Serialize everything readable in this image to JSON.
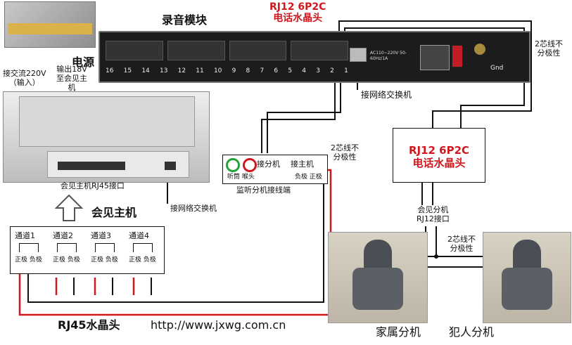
{
  "recording_module": {
    "title": "录音模块",
    "port_numbers": [
      "16",
      "15",
      "14",
      "13",
      "12",
      "11",
      "10",
      "9",
      "8",
      "7",
      "6",
      "5",
      "4",
      "3",
      "2",
      "1"
    ],
    "power_label": "AC110~220V 50-60Hz/1A",
    "gnd_label": "Gnd"
  },
  "rj12_top": {
    "line1": "RJ12 6P2C",
    "line2": "电话水晶头"
  },
  "two_core_top": {
    "line1": "2芯线不",
    "line2": "分极性"
  },
  "network_switch_top": "接网络交换机",
  "power_supply": {
    "title": "电源",
    "ac_input": "接交流220V",
    "ac_input_sub": "（输入）",
    "output": "输出18V",
    "output_sub1": "至会见主",
    "output_sub2": "机"
  },
  "host": {
    "rj45_label": "会见主机RJ45接口",
    "network_switch": "接网络交换机",
    "title": "会见主机"
  },
  "monitor_box": {
    "left_label": "接分机",
    "right_label": "接主机",
    "sub_left1": "听筒",
    "sub_left2": "喉头",
    "sub_right1": "负极",
    "sub_right2": "正极",
    "caption": "监听分机接线端"
  },
  "two_core_mid": {
    "line1": "2芯线不",
    "line2": "分极性"
  },
  "rj12_right": {
    "line1": "RJ12 6P2C",
    "line2": "电话水晶头"
  },
  "extension": {
    "line1": "会见分机",
    "line2": "RJ12接口"
  },
  "two_core_bottom": {
    "line1": "2芯线不",
    "line2": "分极性"
  },
  "channels": [
    {
      "name": "通道1",
      "pos": "正极",
      "neg": "负极"
    },
    {
      "name": "通道2",
      "pos": "正极",
      "neg": "负极"
    },
    {
      "name": "通道3",
      "pos": "正极",
      "neg": "负极"
    },
    {
      "name": "通道4",
      "pos": "正极",
      "neg": "负极"
    }
  ],
  "rj45_bottom": "RJ45水晶头",
  "url": "http://www.jxwg.com.cn",
  "phones": {
    "family": "家属分机",
    "inmate": "犯人分机"
  },
  "colors": {
    "wire_red": "#d0181f",
    "wire_black": "#111111",
    "label_red": "#d0181f"
  }
}
